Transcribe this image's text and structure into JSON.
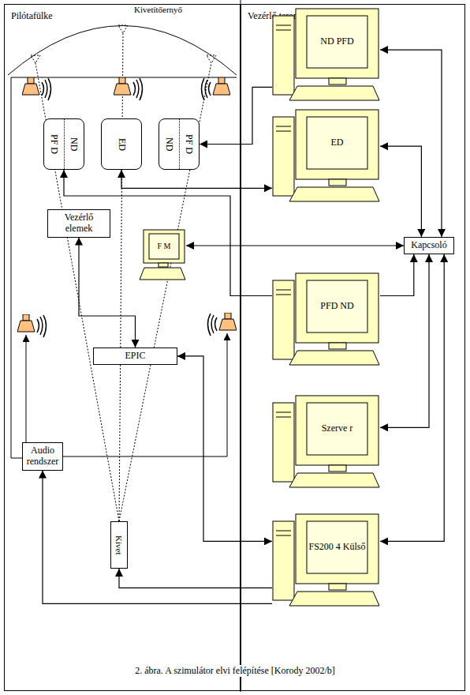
{
  "diagram": {
    "caption": "2. ábra. A szimulátor elvi felépítése [Korody 2002/b]",
    "nodes": [
      {
        "text": [
          "Pilótafülke"
        ]
      },
      {
        "text": [
          "Vezérlő terem"
        ]
      },
      {
        "text": [
          "PF D",
          "ND"
        ],
        "in": 0
      },
      {
        "text": [
          "ED"
        ],
        "in": 0
      },
      {
        "text": [
          "ND",
          "PF D"
        ],
        "in": 0
      },
      {
        "text": [
          "Vezérlő elemek"
        ],
        "in": 0
      },
      {
        "text": [
          "F M"
        ],
        "in": 0
      },
      {
        "text": [
          "EPIC"
        ],
        "in": 0
      },
      {
        "text": [
          "Audio rendszer"
        ],
        "in": 0
      },
      {
        "text": [
          "Kivet"
        ],
        "in": 0
      },
      {
        "text": [
          "ND PFD"
        ],
        "in": 1
      },
      {
        "text": [
          "ED"
        ],
        "in": 1
      },
      {
        "text": [
          "Kapcsoló"
        ],
        "in": 1
      },
      {
        "text": [
          "PFD ND"
        ],
        "in": 1
      },
      {
        "text": [
          "Szerve r"
        ],
        "in": 1
      },
      {
        "text": [
          "FS200 4 Külső"
        ],
        "in": 1
      }
    ],
    "edges": [
      {
        "from": 10,
        "to": 12,
        "arrow": "both"
      },
      {
        "from": 11,
        "to": 12,
        "arrow": "both"
      },
      {
        "from": 10,
        "to": 4,
        "arrow": "to"
      },
      {
        "from": 3,
        "to": 11,
        "arrow": "both"
      },
      {
        "from": 13,
        "to": 2,
        "arrow": "to"
      },
      {
        "from": 6,
        "to": 12,
        "arrow": "both"
      },
      {
        "from": 13,
        "to": 12,
        "arrow": "to"
      },
      {
        "from": 14,
        "to": 12,
        "arrow": "both"
      },
      {
        "from": 15,
        "to": 12,
        "arrow": "both"
      },
      {
        "from": 5,
        "to": 7,
        "arrow": "both"
      },
      {
        "from": 7,
        "to": 15,
        "arrow": "both"
      },
      {
        "from": 15,
        "to": 9,
        "arrow": "to"
      },
      {
        "from": 15,
        "to": 8,
        "arrow": "to"
      }
    ],
    "labels": [
      "Kivetítőernyő"
    ]
  }
}
